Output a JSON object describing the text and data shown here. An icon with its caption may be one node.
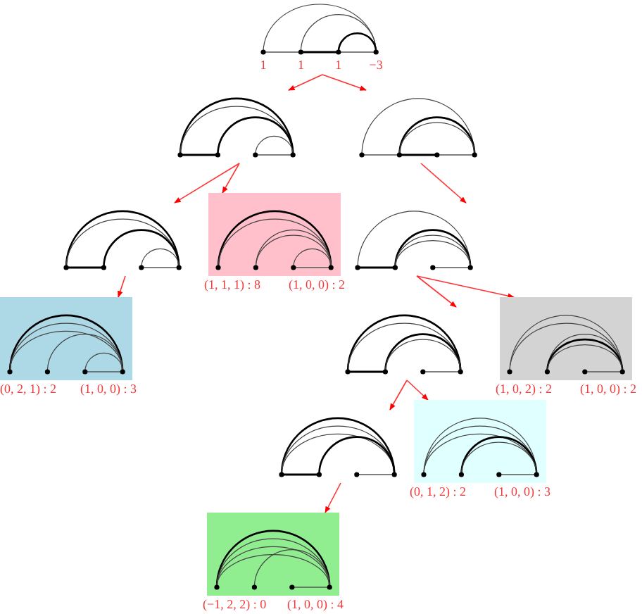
{
  "diagram": {
    "nodes": [
      {
        "text": [],
        "shape": "picture",
        "beside": [
          "1",
          "1",
          "1",
          "−3"
        ]
      },
      {
        "text": [],
        "shape": "picture"
      },
      {
        "text": [],
        "shape": "picture"
      },
      {
        "text": [],
        "shape": "picture"
      },
      {
        "text": [],
        "shape": "picture",
        "beside": [
          "(1, 1, 1) : 8",
          "(1, 0, 0) : 2"
        ]
      },
      {
        "text": [],
        "shape": "picture"
      },
      {
        "text": [],
        "shape": "picture",
        "beside": [
          "(0, 2, 1) : 2",
          "(1, 0, 0) : 3"
        ]
      },
      {
        "text": [],
        "shape": "picture"
      },
      {
        "text": [],
        "shape": "picture",
        "beside": [
          "(1, 0, 2) : 2",
          "(1, 0, 0) : 2"
        ]
      },
      {
        "text": [],
        "shape": "picture"
      },
      {
        "text": [],
        "shape": "picture",
        "beside": [
          "(0, 1, 2) : 2",
          "(1, 0, 0) : 3"
        ]
      },
      {
        "text": [],
        "shape": "picture",
        "beside": [
          "(−1, 2, 2) : 0",
          "(1, 0, 0) : 4"
        ]
      }
    ],
    "edges": [
      {
        "from": 0,
        "to": 1,
        "arrow": "to"
      },
      {
        "from": 0,
        "to": 2,
        "arrow": "to"
      },
      {
        "from": 1,
        "to": 3,
        "arrow": "to"
      },
      {
        "from": 1,
        "to": 4,
        "arrow": "to"
      },
      {
        "from": 2,
        "to": 5,
        "arrow": "to"
      },
      {
        "from": 3,
        "to": 6,
        "arrow": "to"
      },
      {
        "from": 5,
        "to": 7,
        "arrow": "to"
      },
      {
        "from": 5,
        "to": 8,
        "arrow": "to"
      },
      {
        "from": 7,
        "to": 9,
        "arrow": "to"
      },
      {
        "from": 7,
        "to": 10,
        "arrow": "to"
      },
      {
        "from": 9,
        "to": 11,
        "arrow": "to"
      }
    ]
  }
}
